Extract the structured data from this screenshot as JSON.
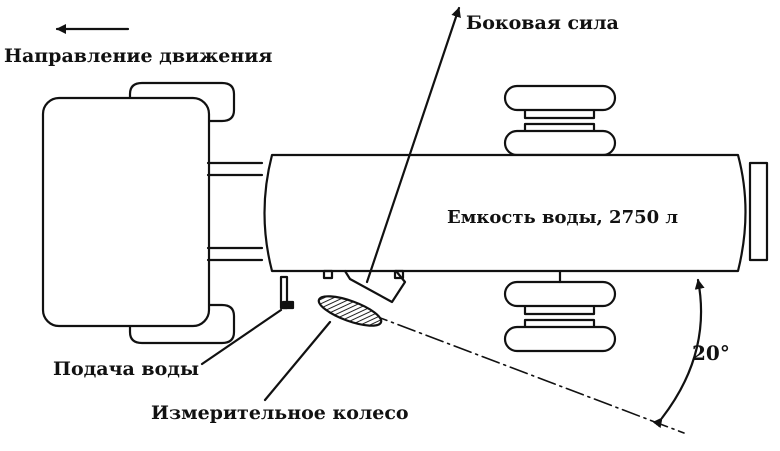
{
  "labels": {
    "direction": "Направление движения",
    "side_force": "Боковая сила",
    "tank": "Емкость воды, 2750 л",
    "water_supply": "Подача воды",
    "measuring_wheel": "Измерительное колесо",
    "angle": "20°"
  },
  "colors": {
    "line": "#111111",
    "background": "#ffffff",
    "wheel_fill": "#444444"
  }
}
